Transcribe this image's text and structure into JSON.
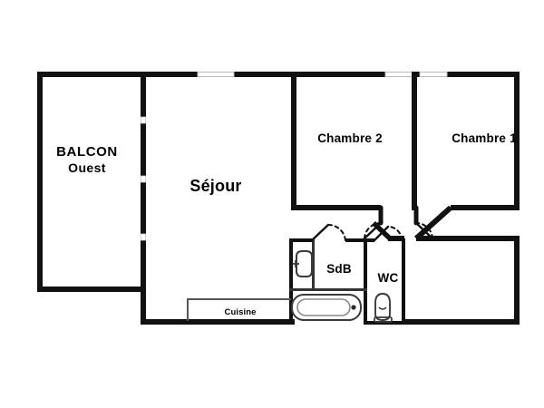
{
  "document": {
    "kind": "apartment-floor-plan",
    "background_color": "#ffffff",
    "wall_color": "#111111",
    "fixture_color": "#444444",
    "label_color": "#000000"
  },
  "rooms": {
    "balcon": {
      "name": "BALCON",
      "orientation": "Ouest"
    },
    "sejour": {
      "name": "Séjour"
    },
    "chambre2": {
      "name": "Chambre 2"
    },
    "chambre1": {
      "name": "Chambre 1"
    },
    "sdb": {
      "name": "SdB"
    },
    "wc": {
      "name": "WC"
    },
    "cuisine": {
      "name": "Cuisine"
    }
  },
  "fixtures": [
    {
      "id": "washbasin",
      "name": "washbasin",
      "room": "sdb"
    },
    {
      "id": "bathtub",
      "name": "bathtub",
      "room": "sdb"
    },
    {
      "id": "toilet",
      "name": "toilet",
      "room": "wc"
    }
  ],
  "openings": [
    {
      "id": "window-sejour-north",
      "type": "window",
      "wall": "north"
    },
    {
      "id": "window-chambre2-north",
      "type": "window",
      "wall": "north"
    },
    {
      "id": "window-chambre1-north",
      "type": "window",
      "wall": "north"
    },
    {
      "id": "window-balcon-west-upper",
      "type": "window",
      "wall": "east"
    },
    {
      "id": "window-balcon-west-lower",
      "type": "window",
      "wall": "east"
    },
    {
      "id": "door-chambre2",
      "type": "door",
      "swing": "inward"
    },
    {
      "id": "door-chambre1",
      "type": "door",
      "swing": "inward"
    },
    {
      "id": "door-sdb",
      "type": "door",
      "swing": "inward"
    },
    {
      "id": "door-wc",
      "type": "door",
      "swing": "inward"
    },
    {
      "id": "door-entry",
      "type": "door",
      "swing": "inward"
    }
  ]
}
